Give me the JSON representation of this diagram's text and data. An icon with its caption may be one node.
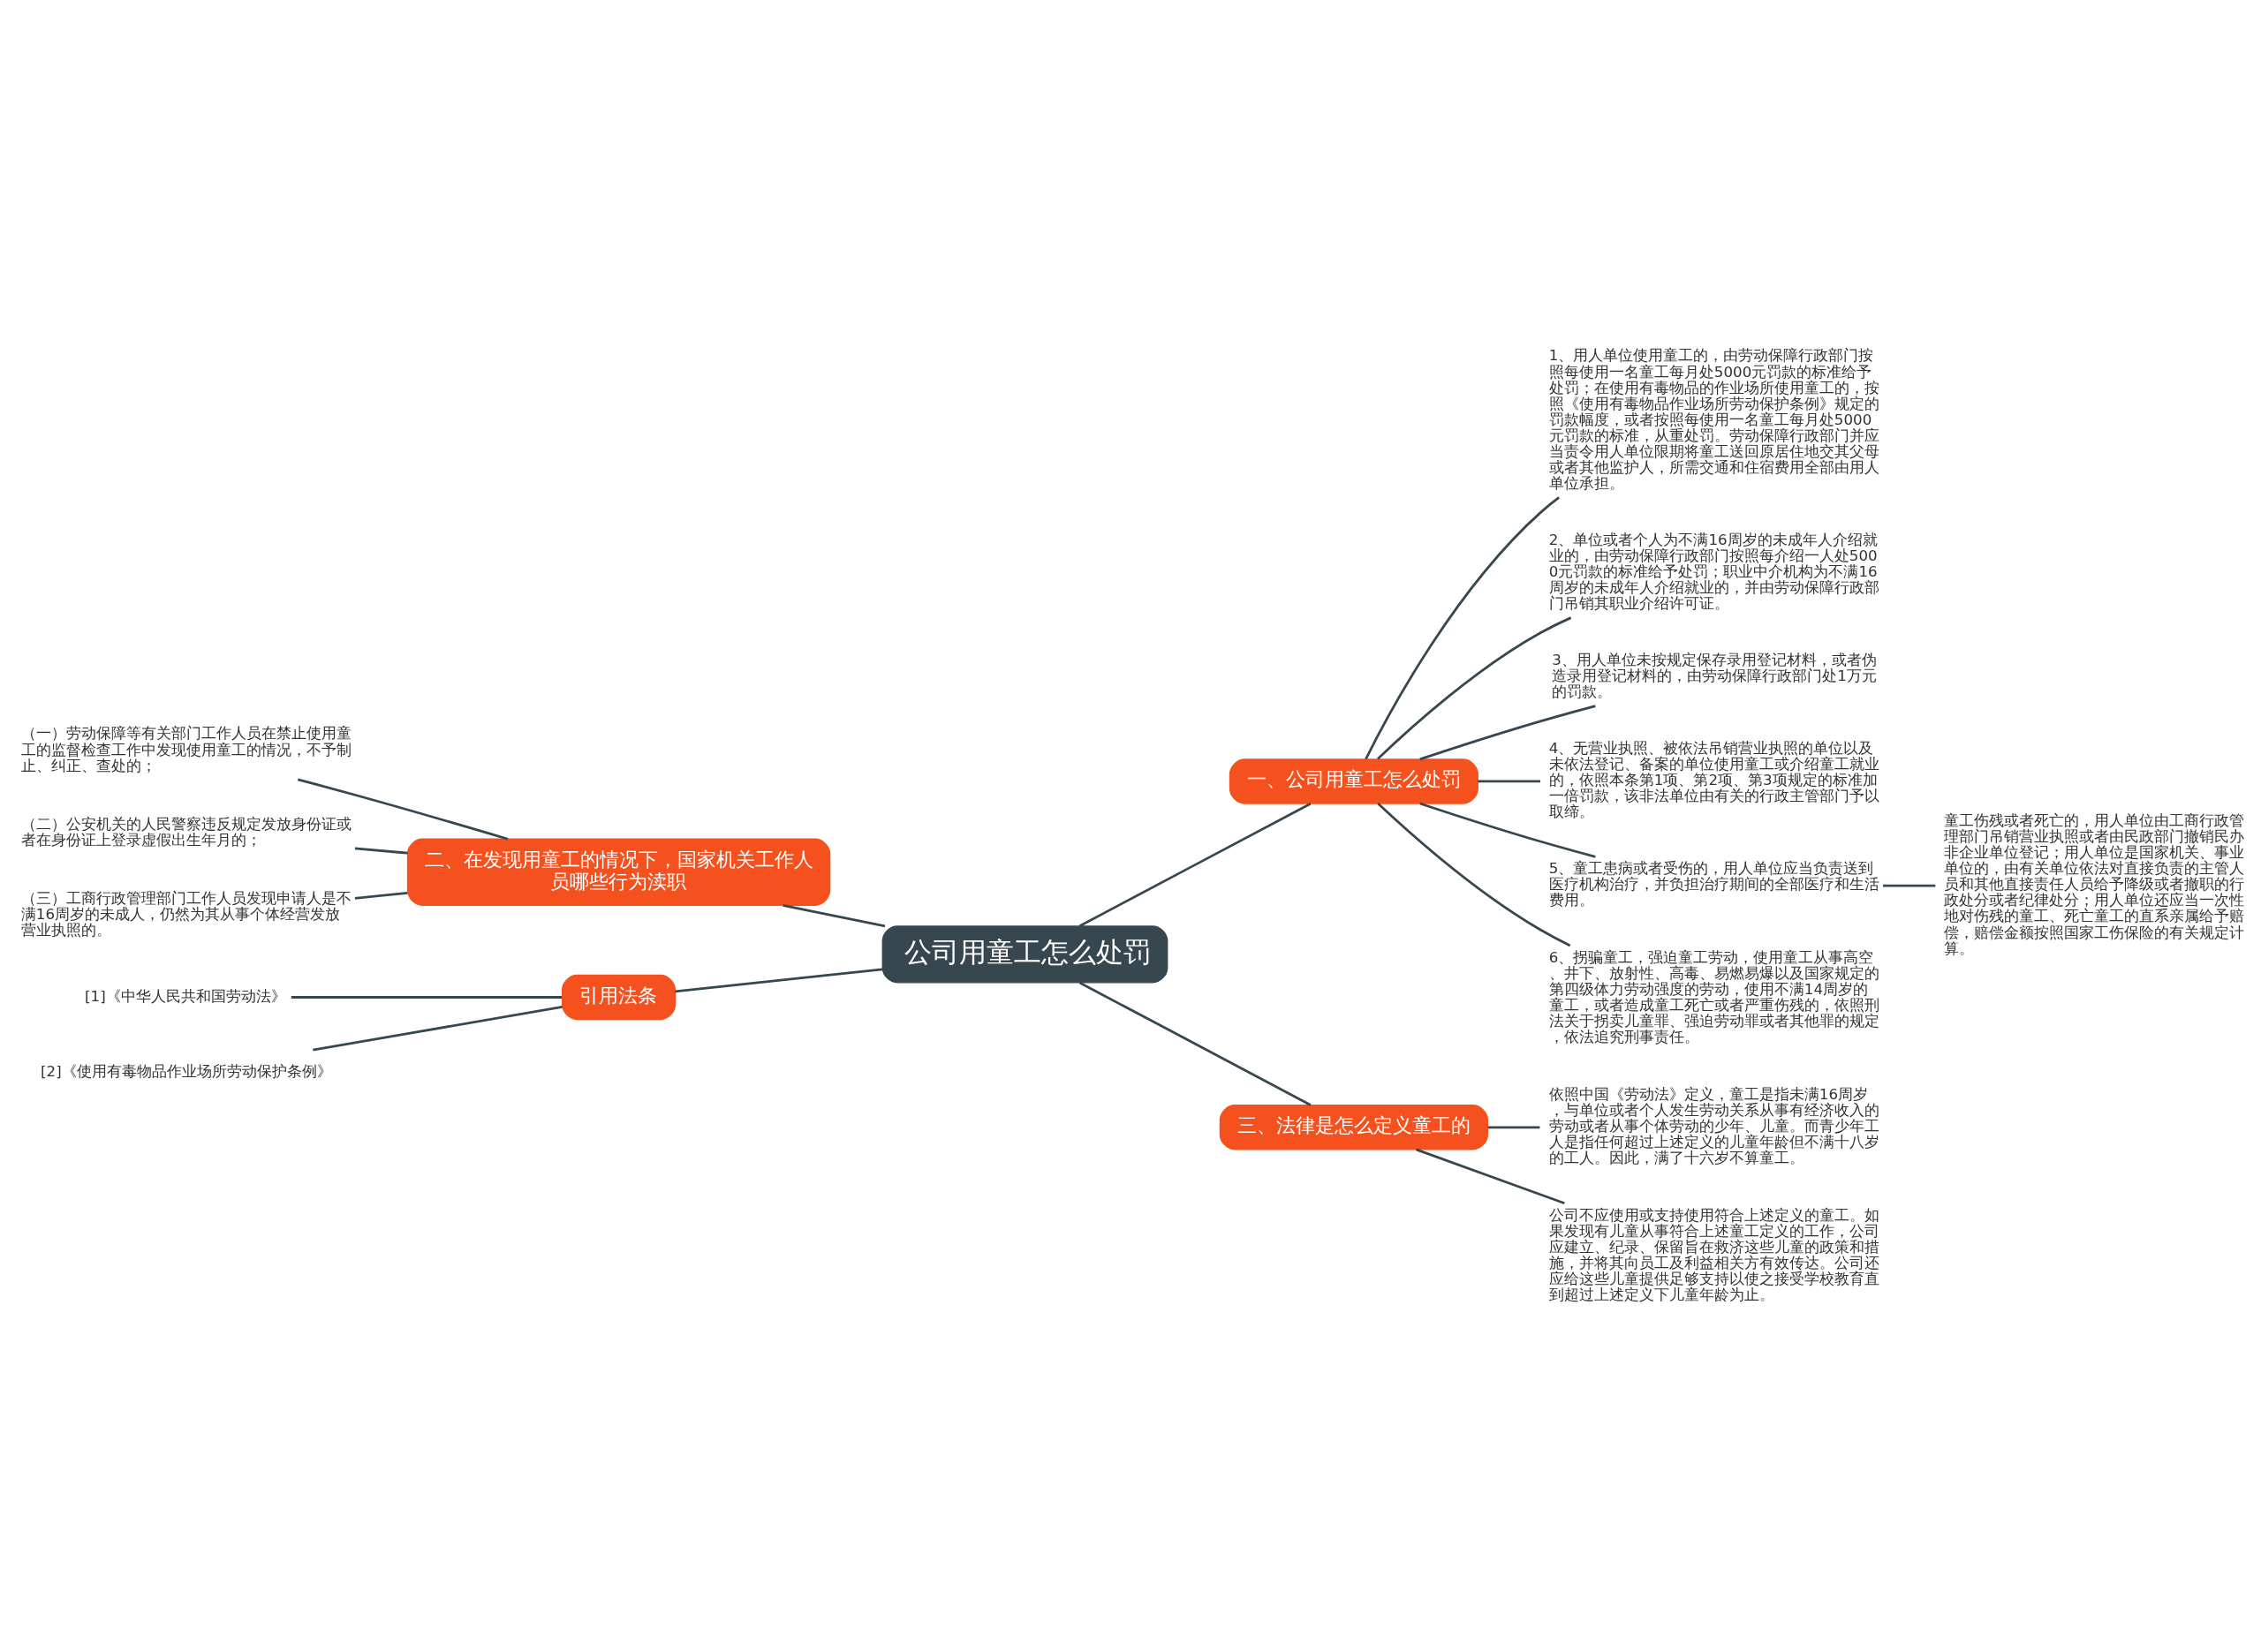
{
  "diagram": {
    "nodes": [
      {
        "text": [
          "公司用童工怎么处罚"
        ]
      },
      {
        "text": [
          "一、公司用童工怎么处罚"
        ]
      },
      {
        "text": [
          "1、用人单位使用童工的，由劳动保障行政部门按照每使用一名童工每月处5000元罚款的标准给予处罚；在使用有毒物品的作业场所使用童工的，按照《使用有毒物品作业场所劳动保护条例》规定的罚款幅度，或者按照每使用一名童工每月处5000元罚款的标准，从重处罚。劳动保障行政部门并应当责令用人单位限期将童工送回原居住地交其父母或者其他监护人，所需交通和住宿费用全部由用人单位承担。"
        ]
      },
      {
        "text": [
          "2、单位或者个人为不满16周岁的未成年人介绍就业的，由劳动保障行政部门按照每介绍一人处5000元罚款的标准给予处罚；职业中介机构为不满16周岁的未成年人介绍就业的，并由劳动保障行政部门吊销其职业介绍许可证。"
        ]
      },
      {
        "text": [
          "3、用人单位未按规定保存录用登记材料，或者伪造录用登记材料的，由劳动保障行政部门处1万元的罚款。"
        ]
      },
      {
        "text": [
          "4、无营业执照、被依法吊销营业执照的单位以及未依法登记、备案的单位使用童工或介绍童工就业的，依照本条第1项、第2项、第3项规定的标准加一倍罚款，该非法单位由有关的行政主管部门予以取缔。"
        ]
      },
      {
        "text": [
          "5、童工患病或者受伤的，用人单位应当负责送到医疗机构治疗，并负担治疗期间的全部医疗和生活费用。"
        ]
      },
      {
        "text": [
          "6、拐骗童工，强迫童工劳动，使用童工从事高空、井下、放射性、高毒、易燃易爆以及国家规定的第四级体力劳动强度的劳动，使用不满14周岁的童工，或者造成童工死亡或者严重伤残的，依照刑法关于拐卖儿童罪、强迫劳动罪或者其他罪的规定，依法追究刑事责任。"
        ]
      },
      {
        "text": [
          "童工伤残或者死亡的，用人单位由工商行政管理部门吊销营业执照或者由民政部门撤销民办非企业单位登记；用人单位是国家机关、事业单位的，由有关单位依法对直接负责的主管人员和其他直接责任人员给予降级或者撤职的行政处分或者纪律处分；用人单位还应当一次性地对伤残的童工、死亡童工的直系亲属给予赔偿，赔偿金额按照国家工伤保险的有关规定计算。"
        ]
      },
      {
        "text": [
          "二、在发现用童工的情况下，国家机关工作人员哪些行为渎职"
        ]
      },
      {
        "text": [
          "（一）劳动保障等有关部门工作人员在禁止使用童工的监督检查工作中发现使用童工的情况，不予制止、纠正、查处的；"
        ]
      },
      {
        "text": [
          "（二）公安机关的人民警察违反规定发放身份证或者在身份证上登录虚假出生年月的；"
        ]
      },
      {
        "text": [
          "（三）工商行政管理部门工作人员发现申请人是不满16周岁的未成人，仍然为其从事个体经营发放营业执照的。"
        ]
      },
      {
        "text": [
          "引用法条"
        ]
      },
      {
        "text": [
          "[1]《中华人民共和国劳动法》"
        ]
      },
      {
        "text": [
          "[2]《使用有毒物品作业场所劳动保护条例》"
        ]
      },
      {
        "text": [
          "三、法律是怎么定义童工的"
        ]
      },
      {
        "text": [
          "依照中国《劳动法》定义，童工是指未满16周岁，与单位或者个人发生劳动关系从事有经济收入的劳动或者从事个体劳动的少年、儿童。而青少年工人是指任何超过上述定义的儿童年龄但不满十八岁的工人。因此，满了十六岁不算童工。"
        ]
      },
      {
        "text": [
          "公司不应使用或支持使用符合上述定义的童工。如果发现有儿童从事符合上述童工定义的工作，公司应建立、纪录、保留旨在救济这些儿童的政策和措施，并将其向员工及利益相关方有效传达。公司还应给这些儿童提供足够支持以使之接受学校教育直到超过上述定义下儿童年龄为止。"
        ]
      }
    ],
    "edges": [
      {
        "from": 0,
        "to": 1,
        "arrow": "none"
      },
      {
        "from": 1,
        "to": 2,
        "arrow": "none"
      },
      {
        "from": 1,
        "to": 3,
        "arrow": "none"
      },
      {
        "from": 1,
        "to": 4,
        "arrow": "none"
      },
      {
        "from": 1,
        "to": 5,
        "arrow": "none"
      },
      {
        "from": 1,
        "to": 6,
        "arrow": "none"
      },
      {
        "from": 1,
        "to": 7,
        "arrow": "none"
      },
      {
        "from": 6,
        "to": 8,
        "arrow": "none"
      },
      {
        "from": 0,
        "to": 9,
        "arrow": "none"
      },
      {
        "from": 9,
        "to": 10,
        "arrow": "none"
      },
      {
        "from": 9,
        "to": 11,
        "arrow": "none"
      },
      {
        "from": 9,
        "to": 12,
        "arrow": "none"
      },
      {
        "from": 0,
        "to": 13,
        "arrow": "none"
      },
      {
        "from": 13,
        "to": 14,
        "arrow": "none"
      },
      {
        "from": 13,
        "to": 15,
        "arrow": "none"
      },
      {
        "from": 0,
        "to": 16,
        "arrow": "none"
      },
      {
        "from": 16,
        "to": 17,
        "arrow": "none"
      },
      {
        "from": 16,
        "to": 18,
        "arrow": "none"
      }
    ]
  }
}
